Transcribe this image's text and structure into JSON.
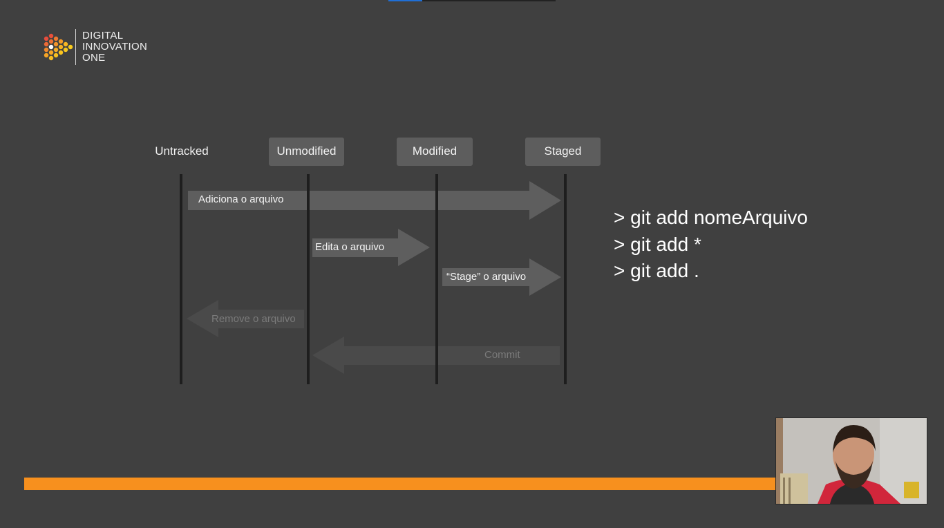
{
  "brand": {
    "line1": "DIGITAL",
    "line2": "INNOVATION",
    "line3": "ONE"
  },
  "states": [
    "Untracked",
    "Unmodified",
    "Modified",
    "Staged"
  ],
  "arrows": {
    "add": "Adiciona o arquivo",
    "edit": "Edita o arquivo",
    "stage": "“Stage” o arquivo",
    "remove": "Remove o arquivo",
    "commit": "Commit"
  },
  "commands": [
    "> git add nomeArquivo",
    "> git add *",
    "> git add ."
  ],
  "colors": {
    "background": "#404040",
    "accent_bar": "#f7901e",
    "arrow_active": "#5e5e5e",
    "arrow_dim": "#4a4a4a"
  },
  "webcam": {
    "icon": "presenter-video-icon"
  }
}
